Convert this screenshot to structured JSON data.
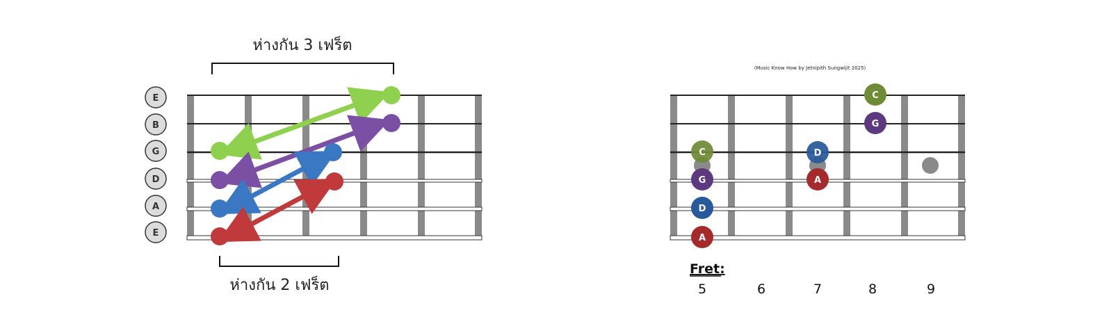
{
  "left_diagram": {
    "top_label": "ห่างกัน 3 เฟร็ต",
    "bottom_label": "ห่างกัน 2 เฟร็ต",
    "string_labels": [
      "E",
      "B",
      "G",
      "D",
      "A",
      "E"
    ],
    "pairs": [
      {
        "color": "#8fd14f",
        "from_string": 3,
        "to_string": 1
      },
      {
        "color": "#7b4fa3",
        "from_string": 4,
        "to_string": 2
      },
      {
        "color": "#3a78c3",
        "from_string": 5,
        "to_string": 3
      },
      {
        "color": "#c0393b",
        "from_string": 6,
        "to_string": 4
      }
    ]
  },
  "right_diagram": {
    "credit": "(Music Know How by Jetnipith Sungwijit 2025)",
    "fret_title": "Fret:",
    "fret_numbers": [
      "5",
      "6",
      "7",
      "8",
      "9"
    ],
    "notes": [
      {
        "label": "C",
        "string": 1,
        "fret": "8",
        "color": "#6e8b35"
      },
      {
        "label": "G",
        "string": 2,
        "fret": "8",
        "color": "#5d3a80"
      },
      {
        "label": "C",
        "string": 3,
        "fret": "5",
        "color": "#6e8b35"
      },
      {
        "label": "D",
        "string": 3,
        "fret": "7",
        "color": "#28599a"
      },
      {
        "label": "G",
        "string": 4,
        "fret": "5",
        "color": "#5d3a80"
      },
      {
        "label": "A",
        "string": 4,
        "fret": "7",
        "color": "#a42a2c"
      },
      {
        "label": "D",
        "string": 5,
        "fret": "5",
        "color": "#28599a"
      },
      {
        "label": "A",
        "string": 6,
        "fret": "5",
        "color": "#a42a2c"
      }
    ],
    "inlay_color": "#8a8a8a"
  }
}
